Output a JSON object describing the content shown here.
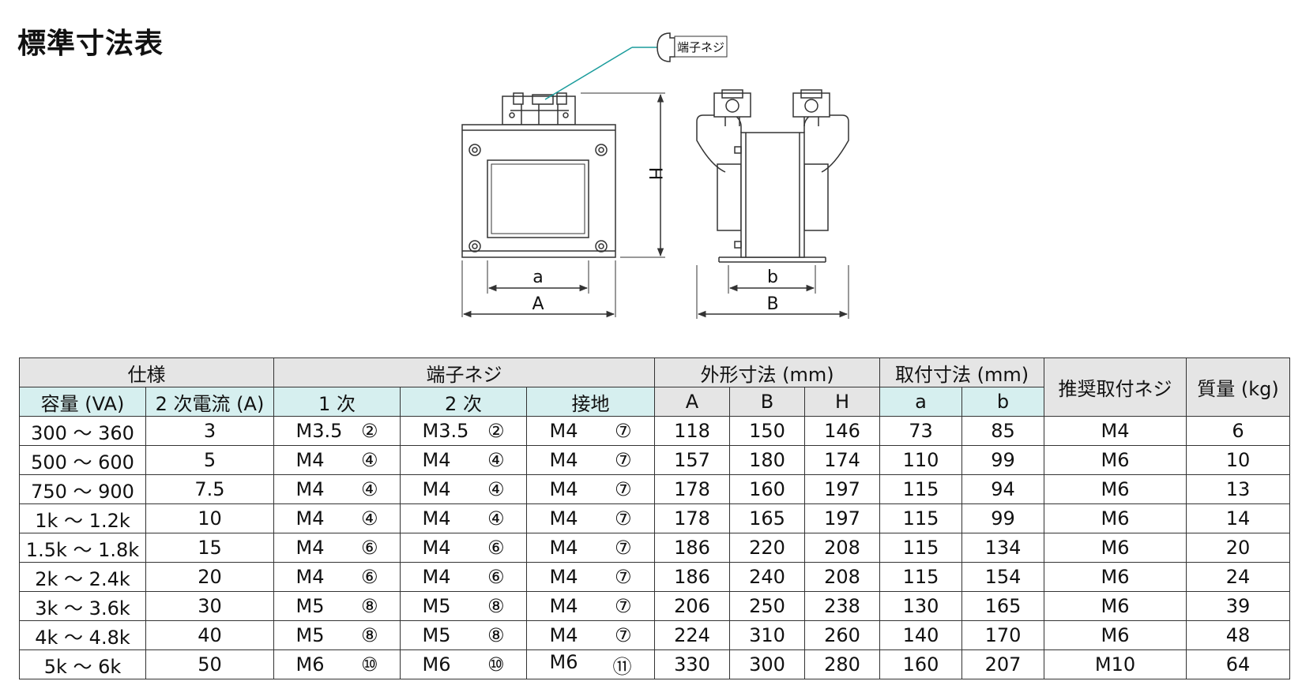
{
  "title": "標準寸法表",
  "diagram": {
    "callout_label": "端子ネジ",
    "dim_H": "H",
    "dim_a": "a",
    "dim_A": "A",
    "dim_b": "b",
    "dim_B": "B",
    "colors": {
      "callout": "#1a9c9c",
      "line": "#333333"
    }
  },
  "table": {
    "group_headers": {
      "spec": "仕様",
      "terminal": "端子ネジ",
      "outer": "外形寸法 (mm)",
      "mount": "取付寸法 (mm)",
      "recommended": "推奨取付ネジ",
      "mass": "質量 (kg)"
    },
    "sub_headers": {
      "capacity": "容量 (VA)",
      "current": "2 次電流 (A)",
      "primary": "1 次",
      "secondary": "2 次",
      "ground": "接地",
      "A": "A",
      "B": "B",
      "H": "H",
      "a": "a",
      "b": "b"
    },
    "colors": {
      "header_grey": "#e5e5e5",
      "header_mint": "#d6efef"
    },
    "rows": [
      {
        "capacity": "300 ～ 360",
        "current": "3",
        "p_screw": "M3.5",
        "p_num": "②",
        "s_screw": "M3.5",
        "s_num": "②",
        "g_screw": "M4",
        "g_num": "⑦",
        "A": "118",
        "B": "150",
        "H": "146",
        "a": "73",
        "b": "85",
        "rec": "M4",
        "mass": "6"
      },
      {
        "capacity": "500 ～ 600",
        "current": "5",
        "p_screw": "M4",
        "p_num": "④",
        "s_screw": "M4",
        "s_num": "④",
        "g_screw": "M4",
        "g_num": "⑦",
        "A": "157",
        "B": "180",
        "H": "174",
        "a": "110",
        "b": "99",
        "rec": "M6",
        "mass": "10"
      },
      {
        "capacity": "750 ～ 900",
        "current": "7.5",
        "p_screw": "M4",
        "p_num": "④",
        "s_screw": "M4",
        "s_num": "④",
        "g_screw": "M4",
        "g_num": "⑦",
        "A": "178",
        "B": "160",
        "H": "197",
        "a": "115",
        "b": "94",
        "rec": "M6",
        "mass": "13"
      },
      {
        "capacity": "1k ～ 1.2k",
        "current": "10",
        "p_screw": "M4",
        "p_num": "④",
        "s_screw": "M4",
        "s_num": "④",
        "g_screw": "M4",
        "g_num": "⑦",
        "A": "178",
        "B": "165",
        "H": "197",
        "a": "115",
        "b": "99",
        "rec": "M6",
        "mass": "14"
      },
      {
        "capacity": "1.5k ～ 1.8k",
        "current": "15",
        "p_screw": "M4",
        "p_num": "⑥",
        "s_screw": "M4",
        "s_num": "⑥",
        "g_screw": "M4",
        "g_num": "⑦",
        "A": "186",
        "B": "220",
        "H": "208",
        "a": "115",
        "b": "134",
        "rec": "M6",
        "mass": "20"
      },
      {
        "capacity": "2k ～ 2.4k",
        "current": "20",
        "p_screw": "M4",
        "p_num": "⑥",
        "s_screw": "M4",
        "s_num": "⑥",
        "g_screw": "M4",
        "g_num": "⑦",
        "A": "186",
        "B": "240",
        "H": "208",
        "a": "115",
        "b": "154",
        "rec": "M6",
        "mass": "24"
      },
      {
        "capacity": "3k ～ 3.6k",
        "current": "30",
        "p_screw": "M5",
        "p_num": "⑧",
        "s_screw": "M5",
        "s_num": "⑧",
        "g_screw": "M4",
        "g_num": "⑦",
        "A": "206",
        "B": "250",
        "H": "238",
        "a": "130",
        "b": "165",
        "rec": "M6",
        "mass": "39"
      },
      {
        "capacity": "4k ～ 4.8k",
        "current": "40",
        "p_screw": "M5",
        "p_num": "⑧",
        "s_screw": "M5",
        "s_num": "⑧",
        "g_screw": "M4",
        "g_num": "⑦",
        "A": "224",
        "B": "310",
        "H": "260",
        "a": "140",
        "b": "170",
        "rec": "M6",
        "mass": "48"
      },
      {
        "capacity": "5k ～ 6k",
        "current": "50",
        "p_screw": "M6",
        "p_num": "⑩",
        "s_screw": "M6",
        "s_num": "⑩",
        "g_screw": "M6",
        "g_num": "⑪",
        "A": "330",
        "B": "300",
        "H": "280",
        "a": "160",
        "b": "207",
        "rec": "M10",
        "mass": "64"
      }
    ]
  }
}
